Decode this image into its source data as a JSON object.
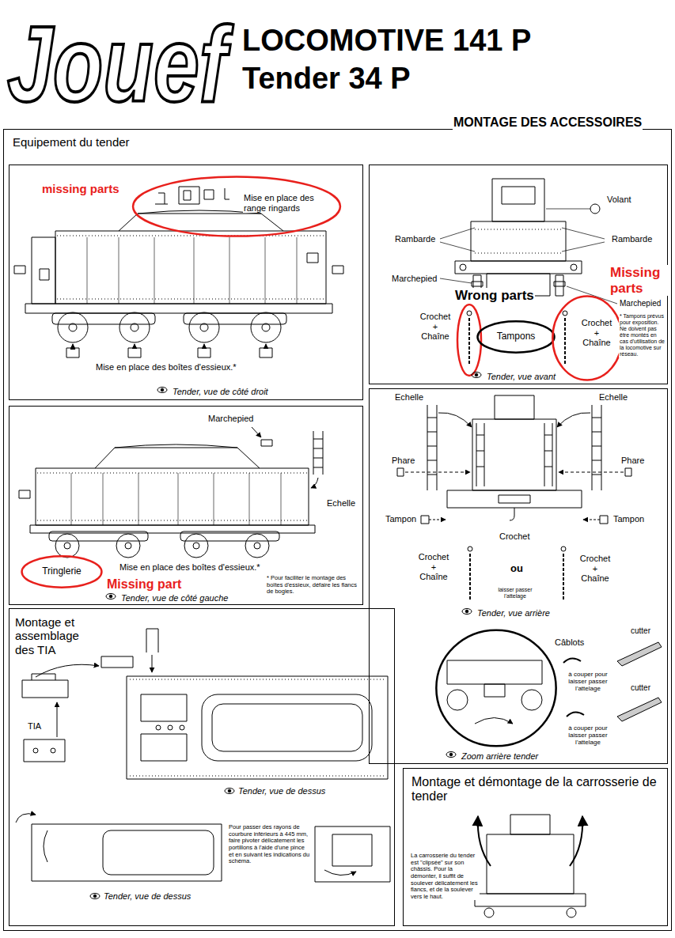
{
  "diagram": {
    "title": "LOCOMOTIVE 141 P Tender 34 P",
    "nodes": [
      {
        "text": [
          "Equipement du tender"
        ]
      },
      {
        "text": [
          "Tender, vue de côté droit"
        ],
        "in": 0
      },
      {
        "text": [
          "missing parts",
          "Mise en place des range ringards"
        ],
        "in": 1
      },
      {
        "text": [
          "Tender, vue avant"
        ],
        "in": 0
      },
      {
        "text": [
          "Wrong parts",
          "Tampons"
        ],
        "in": 3
      },
      {
        "text": [
          "Missing parts",
          "Crochet + Chaîne"
        ],
        "in": 3
      },
      {
        "text": [
          "Tender, vue de côté gauche"
        ],
        "in": 0
      },
      {
        "text": [
          "Tringlerie",
          "Missing part"
        ],
        "in": 6
      },
      {
        "text": [
          "Tender, vue arrière"
        ],
        "in": 0
      },
      {
        "text": [
          "Zoom arrière tender"
        ],
        "in": 8
      },
      {
        "text": [
          "Montage et assemblage des TIA"
        ],
        "in": 0
      },
      {
        "text": [
          "Montage et démontage de la carrosserie de tender"
        ],
        "in": 0
      }
    ],
    "labels": [
      "Jouef",
      "MONTAGE DES ACCESSOIRES",
      "Mise en place des boîtes d'essieux.*",
      "Volant",
      "Rambarde",
      "Rambarde",
      "Marchepied",
      "Marchepied",
      "Crochet + Chaîne",
      "* Tampons prévus pour exposition. Ne doivent pas être montés en cas d'utilisation de la locomotive sur réseau.",
      "Marchepied",
      "Echelle",
      "Mise en place des boîtes d'essieux.*",
      "* Pour faciliter le montage des boîtes d'essieux, défaire les flancs de bogies.",
      "Echelle",
      "Echelle",
      "Phare",
      "Phare",
      "Tampon",
      "Tampon",
      "Crochet",
      "Crochet + Chaîne",
      "ou",
      "laisser passer l'attelage",
      "Crochet + Chaîne",
      "Câblots",
      "cutter",
      "à couper pour laisser passer l'attelage",
      "cutter",
      "à couper pour laisser passer l'attelage",
      "TIA",
      "Tender, vue de dessus",
      "Pour passer des rayons de courbure inférieurs à 445 mm, faire pivoter délicatement les portillons à l'aide d'une pince et en suivant les indications du schéma.",
      "Tender, vue de dessus",
      "La carrosserie du tender est \"clipsée\" sur son châssis. Pour la démonter, il suffit de soulever délicatement les flancs, et de la soulever vers le haut."
    ]
  }
}
